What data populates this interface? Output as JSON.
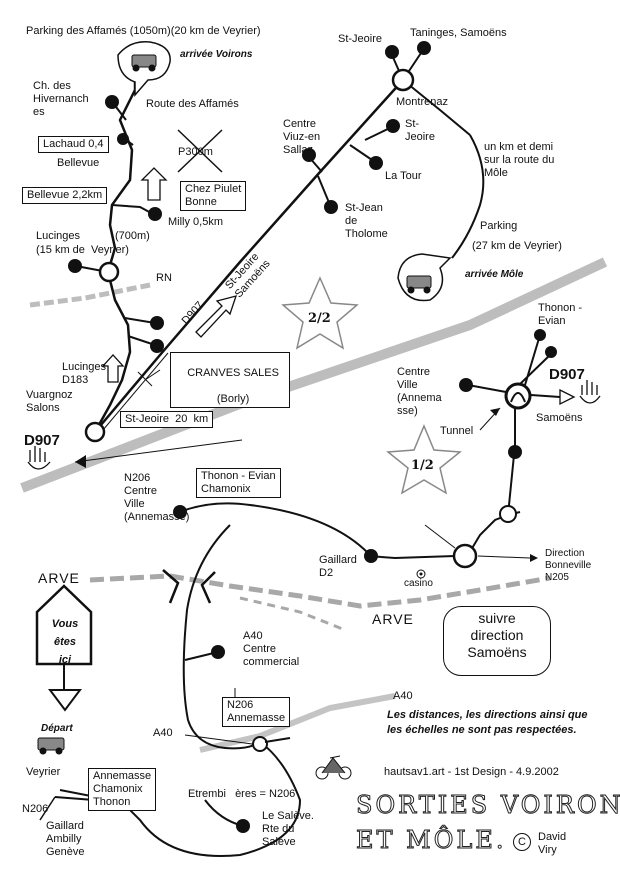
{
  "places": {
    "parking_affames": "Parking des Affamés (1050m)(20 km de Veyrier)",
    "arrivee_voirons": "arrivée Voirons",
    "st_jeoire_top": "St-Jeoire",
    "taninges": "Taninges, Samoëns",
    "ch_hivernanches": "Ch. des\nHivernanch\nes",
    "route_affames": "Route des Affamés",
    "montrenaz": "Montrenaz",
    "st_jeoire_right": "St-\nJeoire",
    "centre_viuz": "Centre\nViuz-en\nSallaz",
    "la_tour": "La Tour",
    "st_jean": "St-Jean\nde\nTholome",
    "un_km": "un km et demi\nsur la route du\nMôle",
    "parking_mole": "Parking",
    "parking_mole_dist": "(27 km de Veyrier)",
    "arrivee_mole": "arrivée Môle",
    "lachaud": "Lachaud 0,4",
    "bellevue": "Bellevue",
    "p300": "P300m",
    "bellevue_km": "Bellevue 2,2km",
    "chez_piulet": "Chez Piulet\nBonne",
    "milly": "Milly 0,5km",
    "lucinges_top": "Lucinges",
    "lucinges_alt": "(700m)",
    "lucinges_dist": "(15 km de  Veyrier)",
    "rn": "RN",
    "d907_diag": "D907",
    "st_jeoire_samoens_diag": "St-Jeoire\nSamoëns",
    "cranves": "CRANVES SALES",
    "borly": "(Borly)",
    "lucinges_d183": "Lucinges\nD183",
    "vuargnoz": "Vuargnoz\nSalons",
    "st_jeoire_20": "St-Jeoire  20  km",
    "d907_left": "D907",
    "thonon_evian_top": "Thonon -\nEvian",
    "centre_ville_annemasse_right": "Centre\nVille\n(Annema\nsse)",
    "d907_right": "D907",
    "tunnel": "Tunnel",
    "samoens_right": "Samoëns",
    "n206_centre": "N206\nCentre\nVille\n(Annemasse)",
    "thonon_evian_chamonix": "Thonon - Evian\nChamonix",
    "gaillard_d2": "Gaillard\nD2",
    "direction_bonneville": "Direction\nBonneville\nN205",
    "casino": "casino",
    "arve_left": "ARVE",
    "arve_right": "ARVE",
    "a40_centre": "A40\nCentre\ncommercial",
    "n206_annemasse": "N206\nAnnemasse",
    "a40_mid": "A40",
    "a40_left": "A40",
    "veyrier": "Veyrier",
    "annemasse_chamonix_thonon": "Annemasse\nChamonix\nThonon",
    "etrembieres": "Etrembi   ères = N206",
    "n206_left": "N206",
    "gaillard_ambilly": "Gaillard\nAmbilly\nGenève",
    "le_saleve": "Le Salève.\nRte du\nSalève"
  },
  "stages": {
    "stage_2": "2/2",
    "stage_1": "1/2"
  },
  "suivre": {
    "line1": "suivre",
    "line2": "direction",
    "line3": "Samoëns"
  },
  "signs": {
    "vous_line1": "Vous",
    "vous_line2": "êtes",
    "vous_line3": "ici",
    "depart": "Départ"
  },
  "notes": {
    "distances": "Les distances, les directions ainsi que les échelles ne sont pas respectées.",
    "credit": "hautsav1.art - 1st Design - 4.9.2002",
    "title_line1": "SORTIES VOIRONS",
    "title_line2": "ET MÔLE.",
    "copyright_symbol": "C",
    "author": "David\nViry"
  },
  "colors": {
    "ink": "#111111",
    "river_band": "#bdbdbd",
    "river_dash": "#a8a8a8"
  },
  "icons": [
    "car-icon",
    "motorcycle-icon",
    "star-icon",
    "roundabout-icon",
    "hand-icon",
    "arrow-icon",
    "church-icon",
    "casino-icon"
  ]
}
